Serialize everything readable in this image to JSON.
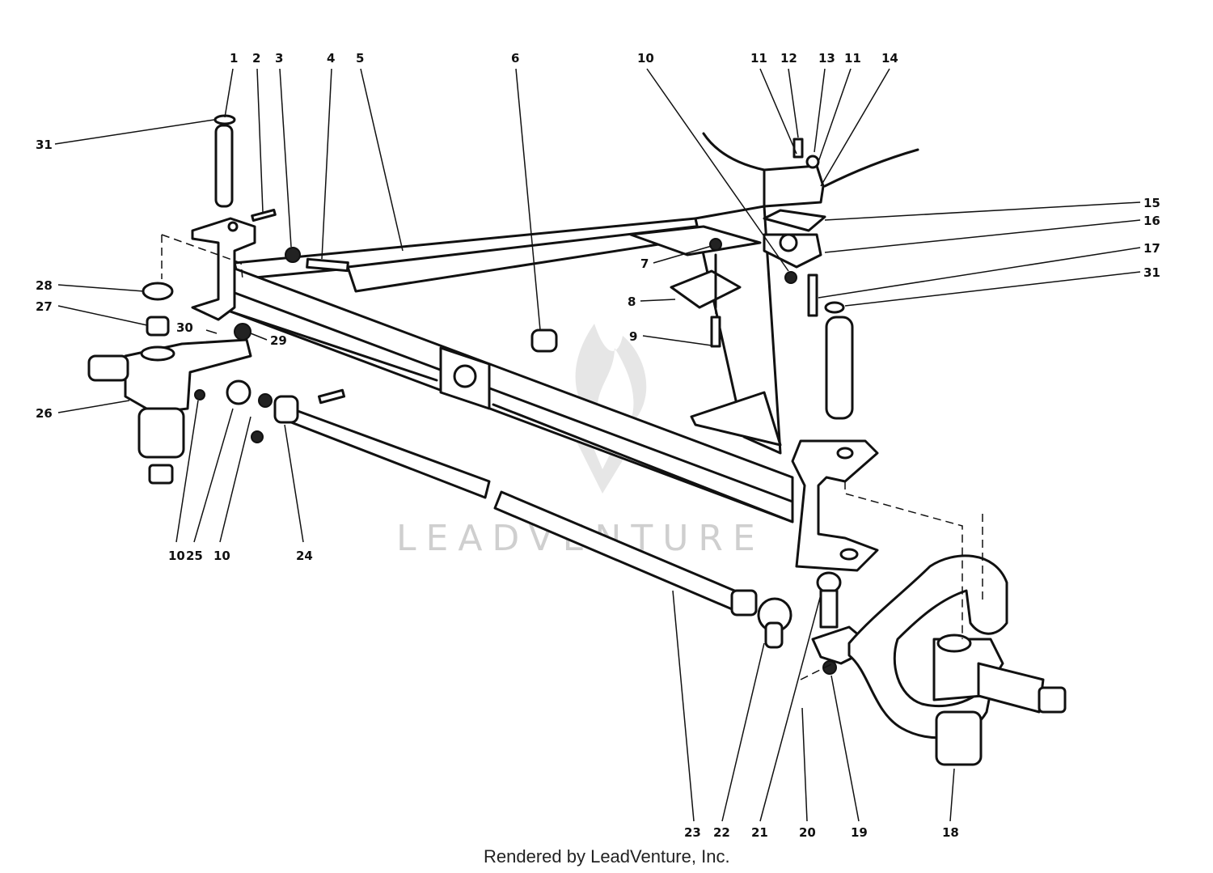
{
  "callouts": {
    "c1": "1",
    "c2": "2",
    "c3": "3",
    "c4": "4",
    "c5": "5",
    "c6": "6",
    "c7": "7",
    "c8": "8",
    "c9": "9",
    "c10a": "10",
    "c10b": "10",
    "c10c": "10",
    "c11a": "11",
    "c11b": "11",
    "c12": "12",
    "c13": "13",
    "c14": "14",
    "c15": "15",
    "c16": "16",
    "c17": "17",
    "c18": "18",
    "c19": "19",
    "c20": "20",
    "c21": "21",
    "c22": "22",
    "c23": "23",
    "c24": "24",
    "c25": "25",
    "c26": "26",
    "c27": "27",
    "c28": "28",
    "c29": "29",
    "c30": "30",
    "c31a": "31",
    "c31b": "31"
  },
  "watermark": "LEADVENTURE",
  "footer": "Rendered by LeadVenture, Inc."
}
